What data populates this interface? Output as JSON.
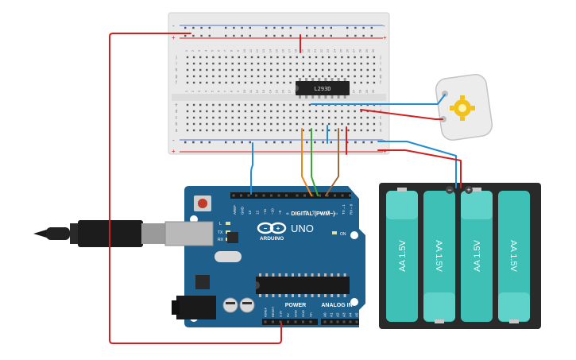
{
  "breadboard": {
    "rail_plus": "+",
    "rail_minus": "-",
    "row_letters_top": [
      "j",
      "i",
      "h",
      "g",
      "f"
    ],
    "row_letters_bottom": [
      "e",
      "d",
      "c",
      "b",
      "a"
    ],
    "column_numbers": [
      "1",
      "2",
      "3",
      "4",
      "5",
      "6",
      "7",
      "8",
      "9",
      "10",
      "11",
      "12",
      "13",
      "14",
      "15",
      "16",
      "17",
      "18",
      "19",
      "20",
      "21",
      "22",
      "23",
      "24",
      "25",
      "26",
      "27",
      "28",
      "29",
      "30"
    ]
  },
  "ic": {
    "label": "L293D"
  },
  "motor": {
    "icon": "dc-motor-icon"
  },
  "arduino": {
    "brand": "ARDUINO",
    "model": "UNO",
    "digital_label": "DIGITAL (PWM~)",
    "power_label": "POWER",
    "analog_label": "ANALOG IN",
    "on_label": "ON",
    "led_labels": [
      "L",
      "TX",
      "RX"
    ],
    "digital_pins": [
      "AREF",
      "GND",
      "13",
      "12",
      "~11",
      "~10",
      "~9",
      "8",
      "7",
      "~6",
      "~5",
      "4",
      "~3",
      "2",
      "TX→1",
      "RX←0"
    ],
    "power_pins": [
      "IOREF",
      "RESET",
      "3.3V",
      "5V",
      "GND",
      "GND",
      "Vin"
    ],
    "analog_pins": [
      "A0",
      "A1",
      "A2",
      "A3",
      "A4",
      "A5"
    ],
    "logo_icon": "infinity-logo-icon"
  },
  "battery_pack": {
    "cells": [
      "AA 1.5V",
      "AA 1.5V",
      "AA 1.5V",
      "AA 1.5V"
    ],
    "terminal_minus": "−",
    "terminal_plus": "+"
  },
  "usb": {
    "icon": "usb-plug-icon"
  },
  "colors": {
    "wire_red": "#d41e1e",
    "wire_blue": "#1f8dd6",
    "wire_orange": "#e8891c",
    "wire_green": "#3aa836",
    "wire_brown": "#9b6a3c",
    "arduino_blue": "#1f5f8b",
    "battery_teal": "#3fc0b6"
  }
}
